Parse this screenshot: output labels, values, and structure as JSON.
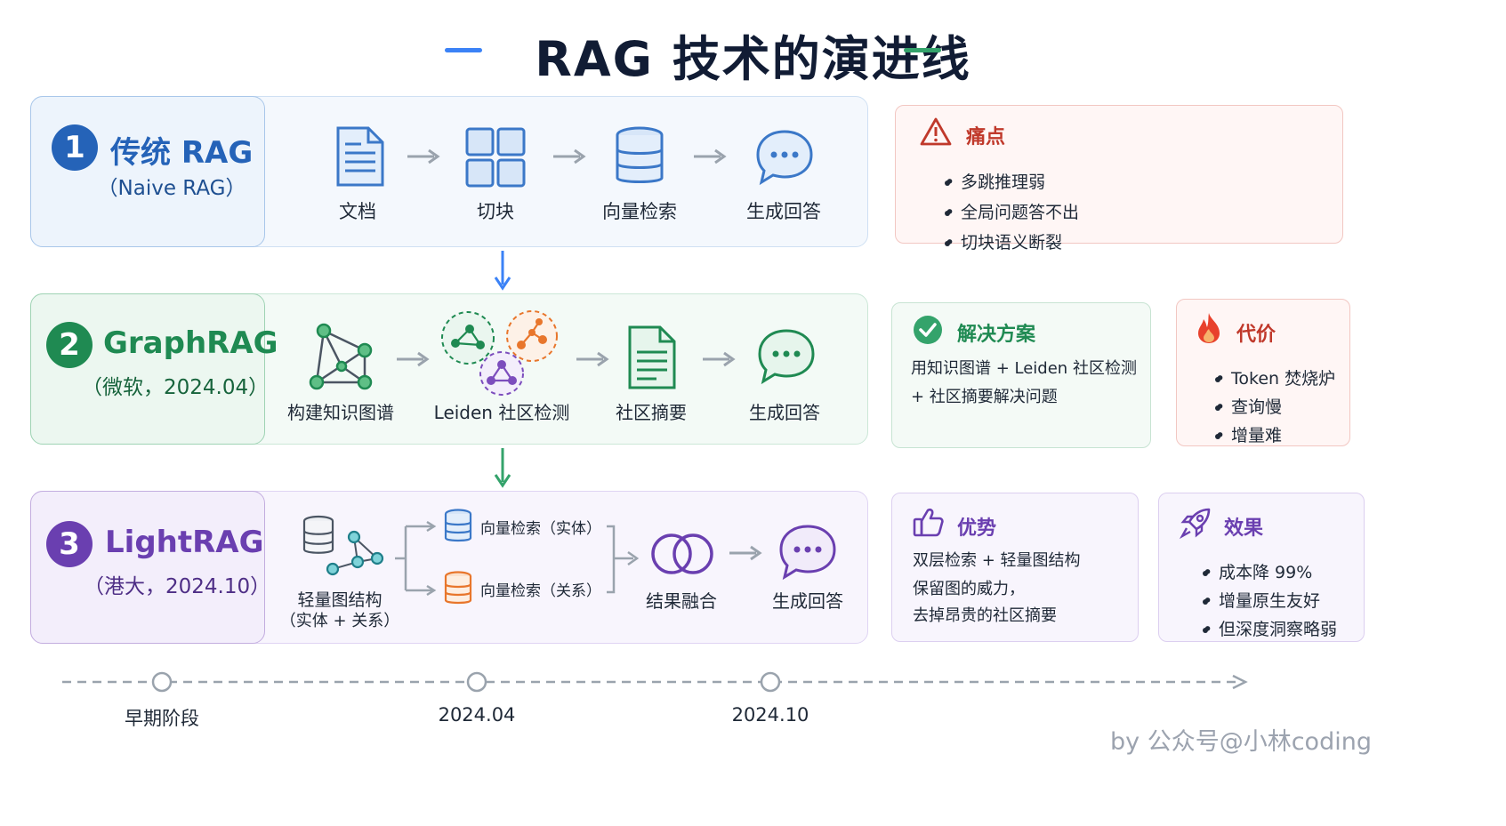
{
  "title": "RAG 技术的演进线",
  "stages": [
    {
      "number": "1",
      "name": "传统 RAG",
      "subtitle": "（Naive RAG）",
      "steps": [
        "文档",
        "切块",
        "向量检索",
        "生成回答"
      ]
    },
    {
      "number": "2",
      "name": "GraphRAG",
      "subtitle": "（微软，2024.04）",
      "steps": [
        "构建知识图谱",
        "Leiden 社区检测",
        "社区摘要",
        "生成回答"
      ]
    },
    {
      "number": "3",
      "name": "LightRAG",
      "subtitle": "（港大，2024.10）",
      "steps": [
        "轻量图结构",
        "（实体 + 关系）",
        "向量检索（实体）",
        "向量检索（关系）",
        "结果融合",
        "生成回答"
      ]
    }
  ],
  "cards": {
    "pain": {
      "title": "痛点",
      "items": [
        "多跳推理弱",
        "全局问题答不出",
        "切块语义断裂"
      ]
    },
    "solution": {
      "title": "解决方案",
      "lines": [
        "用知识图谱 + Leiden 社区检测",
        "+ 社区摘要解决问题"
      ]
    },
    "cost": {
      "title": "代价",
      "items": [
        "Token 焚烧炉",
        "查询慢",
        "增量难"
      ]
    },
    "advantage": {
      "title": "优势",
      "lines": [
        "双层检索 + 轻量图结构",
        "保留图的威力，",
        "去掉昂贵的社区摘要"
      ]
    },
    "effect": {
      "title": "效果",
      "items": [
        "成本降 99%",
        "增量原生友好",
        "但深度洞察略弱"
      ]
    }
  },
  "timeline": [
    "早期阶段",
    "2024.04",
    "2024.10"
  ],
  "credit": "by 公众号@小林coding",
  "colors": {
    "blue": "#2563b8",
    "green": "#1f8a52",
    "purple": "#6a3fb0",
    "red": "#c0392b",
    "orange": "#e8762c"
  },
  "icons": [
    "document-icon",
    "grid-icon",
    "database-icon",
    "chat-icon",
    "graph-icon",
    "community-icon",
    "summary-icon",
    "warning-icon",
    "check-icon",
    "fire-icon",
    "thumbs-up-icon",
    "rocket-icon",
    "rings-icon"
  ]
}
